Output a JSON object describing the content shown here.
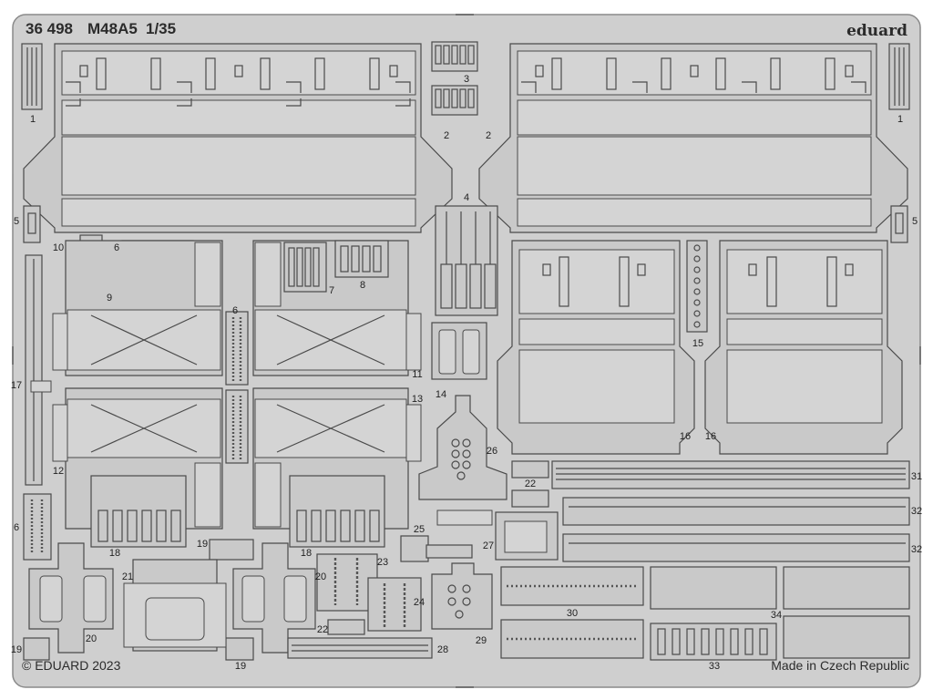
{
  "sheet": {
    "code": "36 498",
    "model": "M48A5",
    "scale": "1/35",
    "brand": "eduard",
    "copyright": "© EDUARD 2023",
    "origin": "Made in Czech Republic"
  },
  "part_numbers": [
    "1",
    "1",
    "2",
    "2",
    "3",
    "4",
    "5",
    "5",
    "6",
    "6",
    "6",
    "7",
    "8",
    "9",
    "10",
    "11",
    "12",
    "13",
    "14",
    "15",
    "16",
    "16",
    "17",
    "18",
    "18",
    "19",
    "19",
    "19",
    "20",
    "20",
    "21",
    "22",
    "22",
    "23",
    "24",
    "25",
    "26",
    "27",
    "28",
    "29",
    "30",
    "31",
    "32",
    "32",
    "33",
    "34"
  ],
  "colors": {
    "fret": "#cfcfcf",
    "line": "#4a4a4a",
    "panel": "#c6c6c6",
    "background": "#ffffff"
  }
}
